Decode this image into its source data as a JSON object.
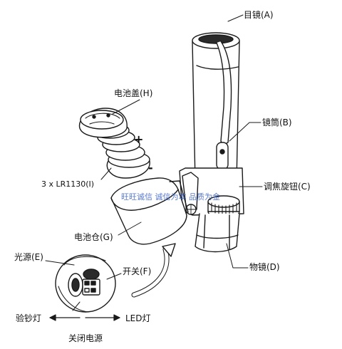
{
  "labels": {
    "eyepiece": "目镜(A)",
    "tube": "镜筒(B)",
    "focus_knob": "调焦旋钮(C)",
    "objective": "物镜(D)",
    "battery_cover": "电池盖(H)",
    "battery_spec": "3 x LR1130(I)",
    "battery_compartment": "电池仓(G)",
    "light_source": "光源(E)",
    "switch": "开关(F)",
    "uv_lamp": "验钞灯",
    "led_lamp": "LED灯",
    "power_off": "关闭电源",
    "plus_sign": "+",
    "minus_sign": "-"
  },
  "watermark": "旺旺诚信 诚信为本 品质为金"
}
